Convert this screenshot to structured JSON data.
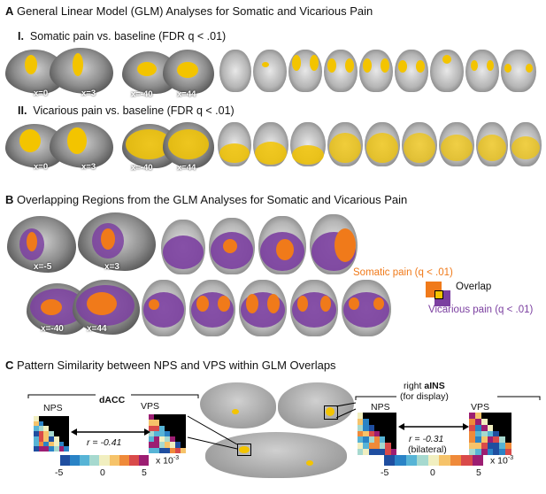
{
  "sectionA": {
    "letter": "A",
    "title": "General Linear Model (GLM) Analyses for Somatic and Vicarious Pain",
    "row1_label": "I.",
    "row1_title": "Somatic pain vs. baseline (FDR q < .01)",
    "row2_label": "II.",
    "row2_title": "Vicarious pain vs. baseline (FDR q < .01)",
    "coords": [
      "x=0",
      "x=3",
      "x=-40",
      "x=44"
    ]
  },
  "sectionB": {
    "letter": "B",
    "title": "Overlapping Regions from the GLM Analyses for Somatic and Vicarious Pain",
    "coords": [
      "x=-5",
      "x=3",
      "x=-40",
      "x=44"
    ],
    "legend_somatic": "Somatic pain (q < .01)",
    "legend_overlap": "Overlap",
    "legend_vicarious": "Vicarious pain (q < .01)"
  },
  "sectionC": {
    "letter": "C",
    "title": "Pattern Similarity between NPS and VPS within GLM Overlaps",
    "left_region": "dACC",
    "left_nps": "NPS",
    "left_vps": "VPS",
    "left_r": "r = -0.41",
    "right_region_1": "right",
    "right_region_2": "aINS",
    "right_region_3": "(for display)",
    "right_nps": "NPS",
    "right_vps": "VPS",
    "right_r": "r = -0.31",
    "right_bilateral": "(bilateral)",
    "colorbar_ticks": [
      "-5",
      "0",
      "5"
    ],
    "colorbar_unit": "x 10",
    "colorbar_exp": "-3"
  },
  "colors": {
    "somatic": "#f07a1a",
    "vicarious": "#7b3fa0",
    "glm": "#f3c400"
  }
}
